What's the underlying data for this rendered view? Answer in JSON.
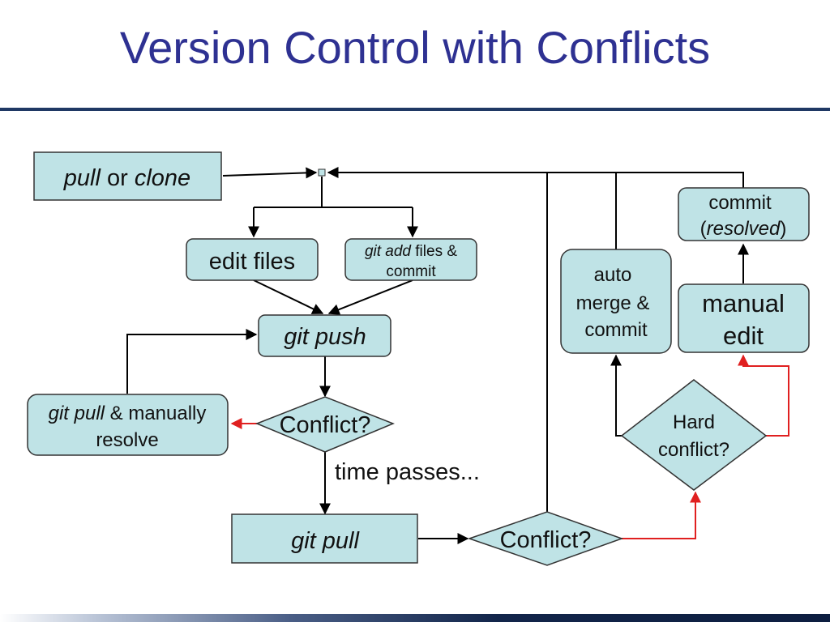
{
  "title": "Version Control with Conflicts",
  "nodes": {
    "pull_or_clone": {
      "italic_1": "pull",
      "plain": " or ",
      "italic_2": "clone"
    },
    "edit_files": "edit files",
    "git_add": {
      "italic": "git add",
      "plain_1": " files &",
      "line_2": "commit"
    },
    "git_push": "git push",
    "manual_resolve": {
      "italic": "git pull",
      "plain": " & manually",
      "line_2": "resolve"
    },
    "conflict_1": "Conflict?",
    "time_passes": "time passes...",
    "git_pull": "git pull",
    "conflict_2": "Conflict?",
    "auto_merge": {
      "line_1": "auto",
      "line_2": "merge &",
      "line_3": "commit"
    },
    "hard_conflict": {
      "line_1": "Hard",
      "line_2": "conflict?"
    },
    "manual_edit": {
      "line_1": "manual",
      "line_2": "edit"
    },
    "commit_resolved": {
      "line_1": "commit",
      "open_paren": "(",
      "italic": "resolved",
      "close_paren": ")"
    }
  },
  "colors": {
    "title": "#2e3192",
    "node_fill": "#bfe3e6",
    "arrow": "#000000",
    "conflict_arrow": "#e02020"
  }
}
